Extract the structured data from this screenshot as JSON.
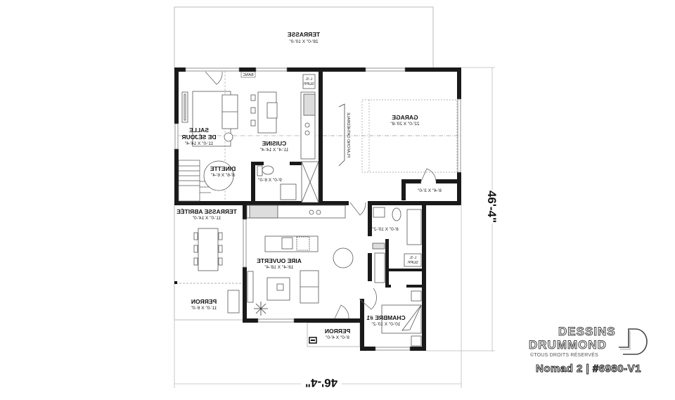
{
  "plan": {
    "model": "Nomad 2 | #6980-V1",
    "overall_width": "46'-4\"",
    "overall_depth": "46'-4\"",
    "rooms": {
      "terrasse": {
        "name": "TERRASSE",
        "dim": "28'-0\" X 10'-0\""
      },
      "salle_sejour_1": {
        "name": "SALLE",
        "name2": "DE SÉJOUR",
        "dim": "11'-0\" X 14'-4\""
      },
      "cuisine": {
        "name": "CUISINE",
        "dim": "11'-4\" X 14'-4\""
      },
      "dinette": {
        "name": "DINETTE",
        "dim": "8'-6\" X 6'-4\""
      },
      "bath_upper": {
        "dim": "9'-0\" X 6'-0\""
      },
      "garage": {
        "name": "GARAGE",
        "dim": "22'-0\" X 20'-8\""
      },
      "storage": {
        "dim": "8'-4\" X 3'-0\""
      },
      "terrasse_abritee": {
        "name": "TERRASSE ABRITÉE",
        "dim": "11'-0\" X 14'-0\""
      },
      "aire_ouverte": {
        "name": "AIRE OUVERTE",
        "dim": "18'-4\" X 18'-4\""
      },
      "perron_left": {
        "name": "PERRON",
        "dim": "11'-0\" X 6'-0\""
      },
      "bath_lower": {
        "dim": "8'-0\" X 10'-2\""
      },
      "chambre1": {
        "name": "CHAMBRE #1",
        "dim": "10'-0\" X 10'-2\""
      },
      "perron_front": {
        "name": "PERRON",
        "dim": "8'-0\" X 4'-0\""
      }
    },
    "labels": {
      "banc": "BANC",
      "ls_supp_1": "L-S.",
      "ls_supp_1b": "SUPP.",
      "ls_supp_2": "L-S.",
      "ls_supp_2b": "SUPP.",
      "plafond": "PLAFOND CATHÉDRALE"
    }
  },
  "brand": {
    "line1": "DESSINS",
    "line2": "DRUMMOND",
    "rights": "©TOUS DROITS RÉSERVÉS",
    "model": "Nomad 2 | #6980-V1"
  }
}
